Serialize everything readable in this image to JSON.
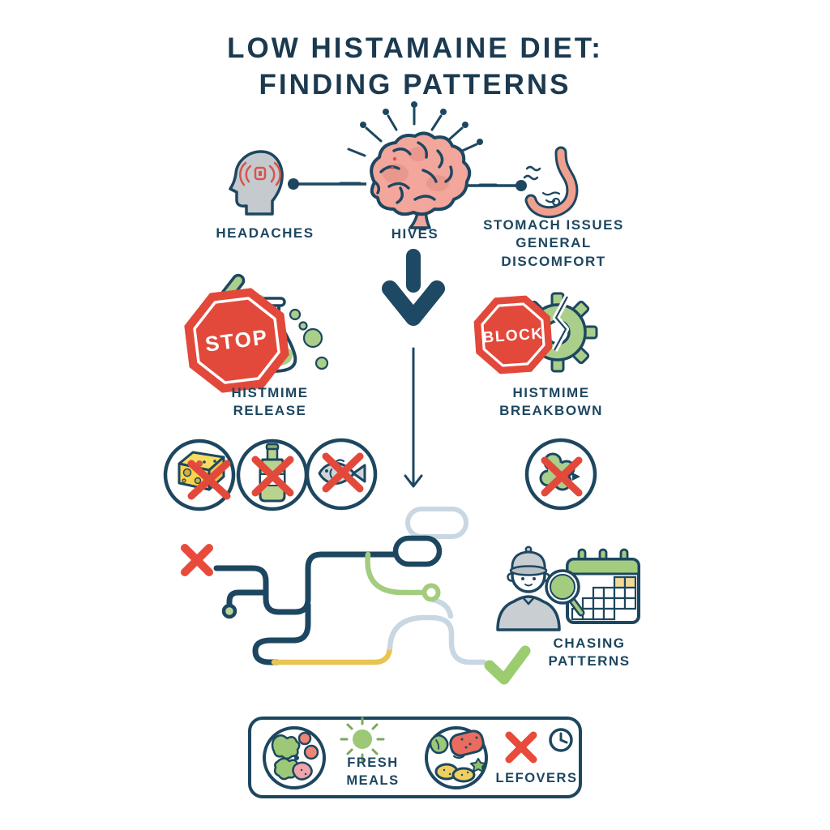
{
  "title": {
    "line1": "LOW HISTAMAINE DIET:",
    "line2": "FINDING PATTERNS"
  },
  "symptoms": {
    "headaches": {
      "label": "HEADACHES",
      "icon": "head-profile-headache-icon"
    },
    "hives": {
      "label": "HIVES",
      "icon": "brain-rays-icon"
    },
    "stomach": {
      "label_line1": "STOMACH ISSUES",
      "label_line2": "GENERAL DISCOMFORT",
      "icon": "stomach-icon"
    }
  },
  "mechanisms": {
    "release": {
      "sign": "STOP",
      "label_line1": "HISTMIME",
      "label_line2": "RELEASE",
      "icons": [
        "stop-sign-icon",
        "flask-icon",
        "bubbles-icon"
      ]
    },
    "breakdown": {
      "sign": "BLOCK",
      "label_line1": "HISTMIME",
      "label_line2": "BREAKBOWN",
      "icons": [
        "block-sign-icon",
        "broken-gear-icon"
      ]
    }
  },
  "avoid_foods": {
    "left_items": [
      "no-cheese-icon",
      "no-alcohol-bottle-icon",
      "no-fish-icon"
    ],
    "right_item": "no-enzyme-icon"
  },
  "patterns": {
    "label_line1": "CHASING",
    "label_line2": "PATTERNS",
    "icons": [
      "detective-icon",
      "magnifier-icon",
      "calendar-icon",
      "checkmark-icon",
      "maze-path-icon",
      "red-x-start-icon"
    ]
  },
  "footer": {
    "fresh": {
      "label_line1": "FRESH",
      "label_line2": "MEALS",
      "icons": [
        "salad-plate-icon",
        "sun-icon"
      ]
    },
    "leftovers": {
      "label": "LEFOVERS",
      "icons": [
        "meal-plate-icon",
        "red-x-icon",
        "clock-icon"
      ]
    }
  },
  "colors": {
    "navy": "#1d4760",
    "title_navy": "#1b3a50",
    "red": "#e2493b",
    "green": "#a3cc7f",
    "light_green": "#b8d38e",
    "yellow": "#e8c452",
    "light_blue": "#c9d7e3",
    "pink": "#f2a69c",
    "gray": "#c5cacf"
  }
}
